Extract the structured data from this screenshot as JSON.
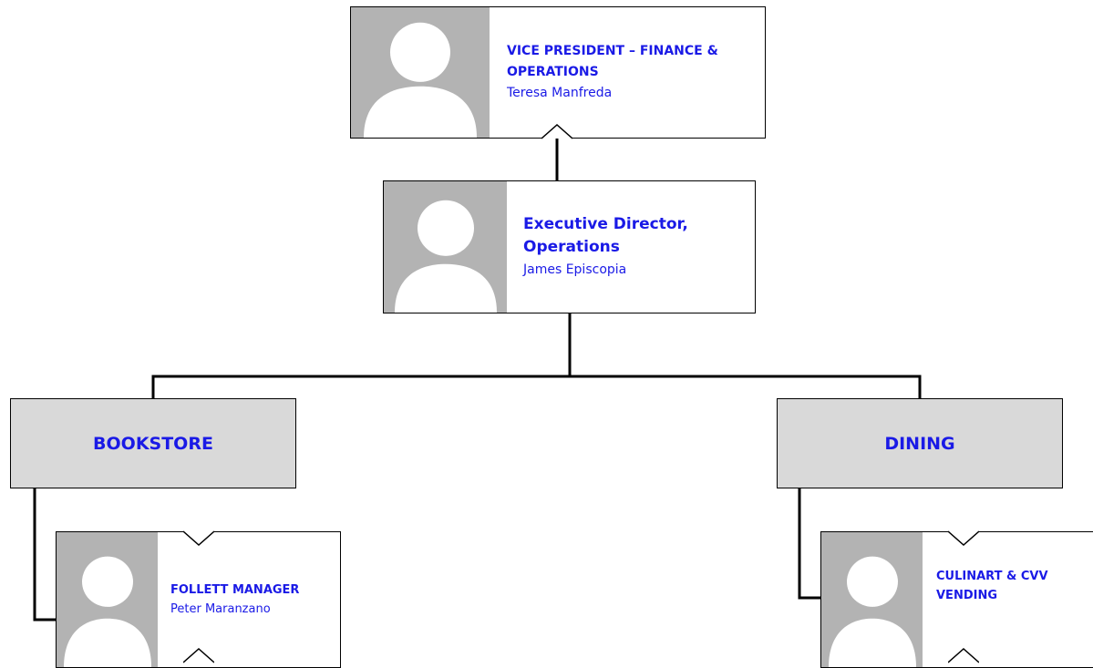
{
  "colors": {
    "text_accent": "#1a1ae6",
    "photo_bg": "#b3b3b3",
    "silhouette": "#ffffff",
    "group_bg": "#d9d9d9",
    "border": "#000000"
  },
  "nodes": {
    "vp": {
      "role": "VICE PRESIDENT – FINANCE & OPERATIONS",
      "name": "Teresa Manfreda",
      "icon": "person-silhouette-icon"
    },
    "exec": {
      "role": "Executive Director, Operations",
      "name": "James Episcopia",
      "icon": "person-silhouette-icon"
    },
    "follett": {
      "role": "FOLLETT MANAGER",
      "name": "Peter Maranzano",
      "icon": "person-silhouette-icon"
    },
    "culinart": {
      "role": "CULINART & CVV VENDING",
      "name": "",
      "icon": "person-silhouette-icon"
    }
  },
  "groups": {
    "bookstore": "BOOKSTORE",
    "dining": "DINING"
  }
}
